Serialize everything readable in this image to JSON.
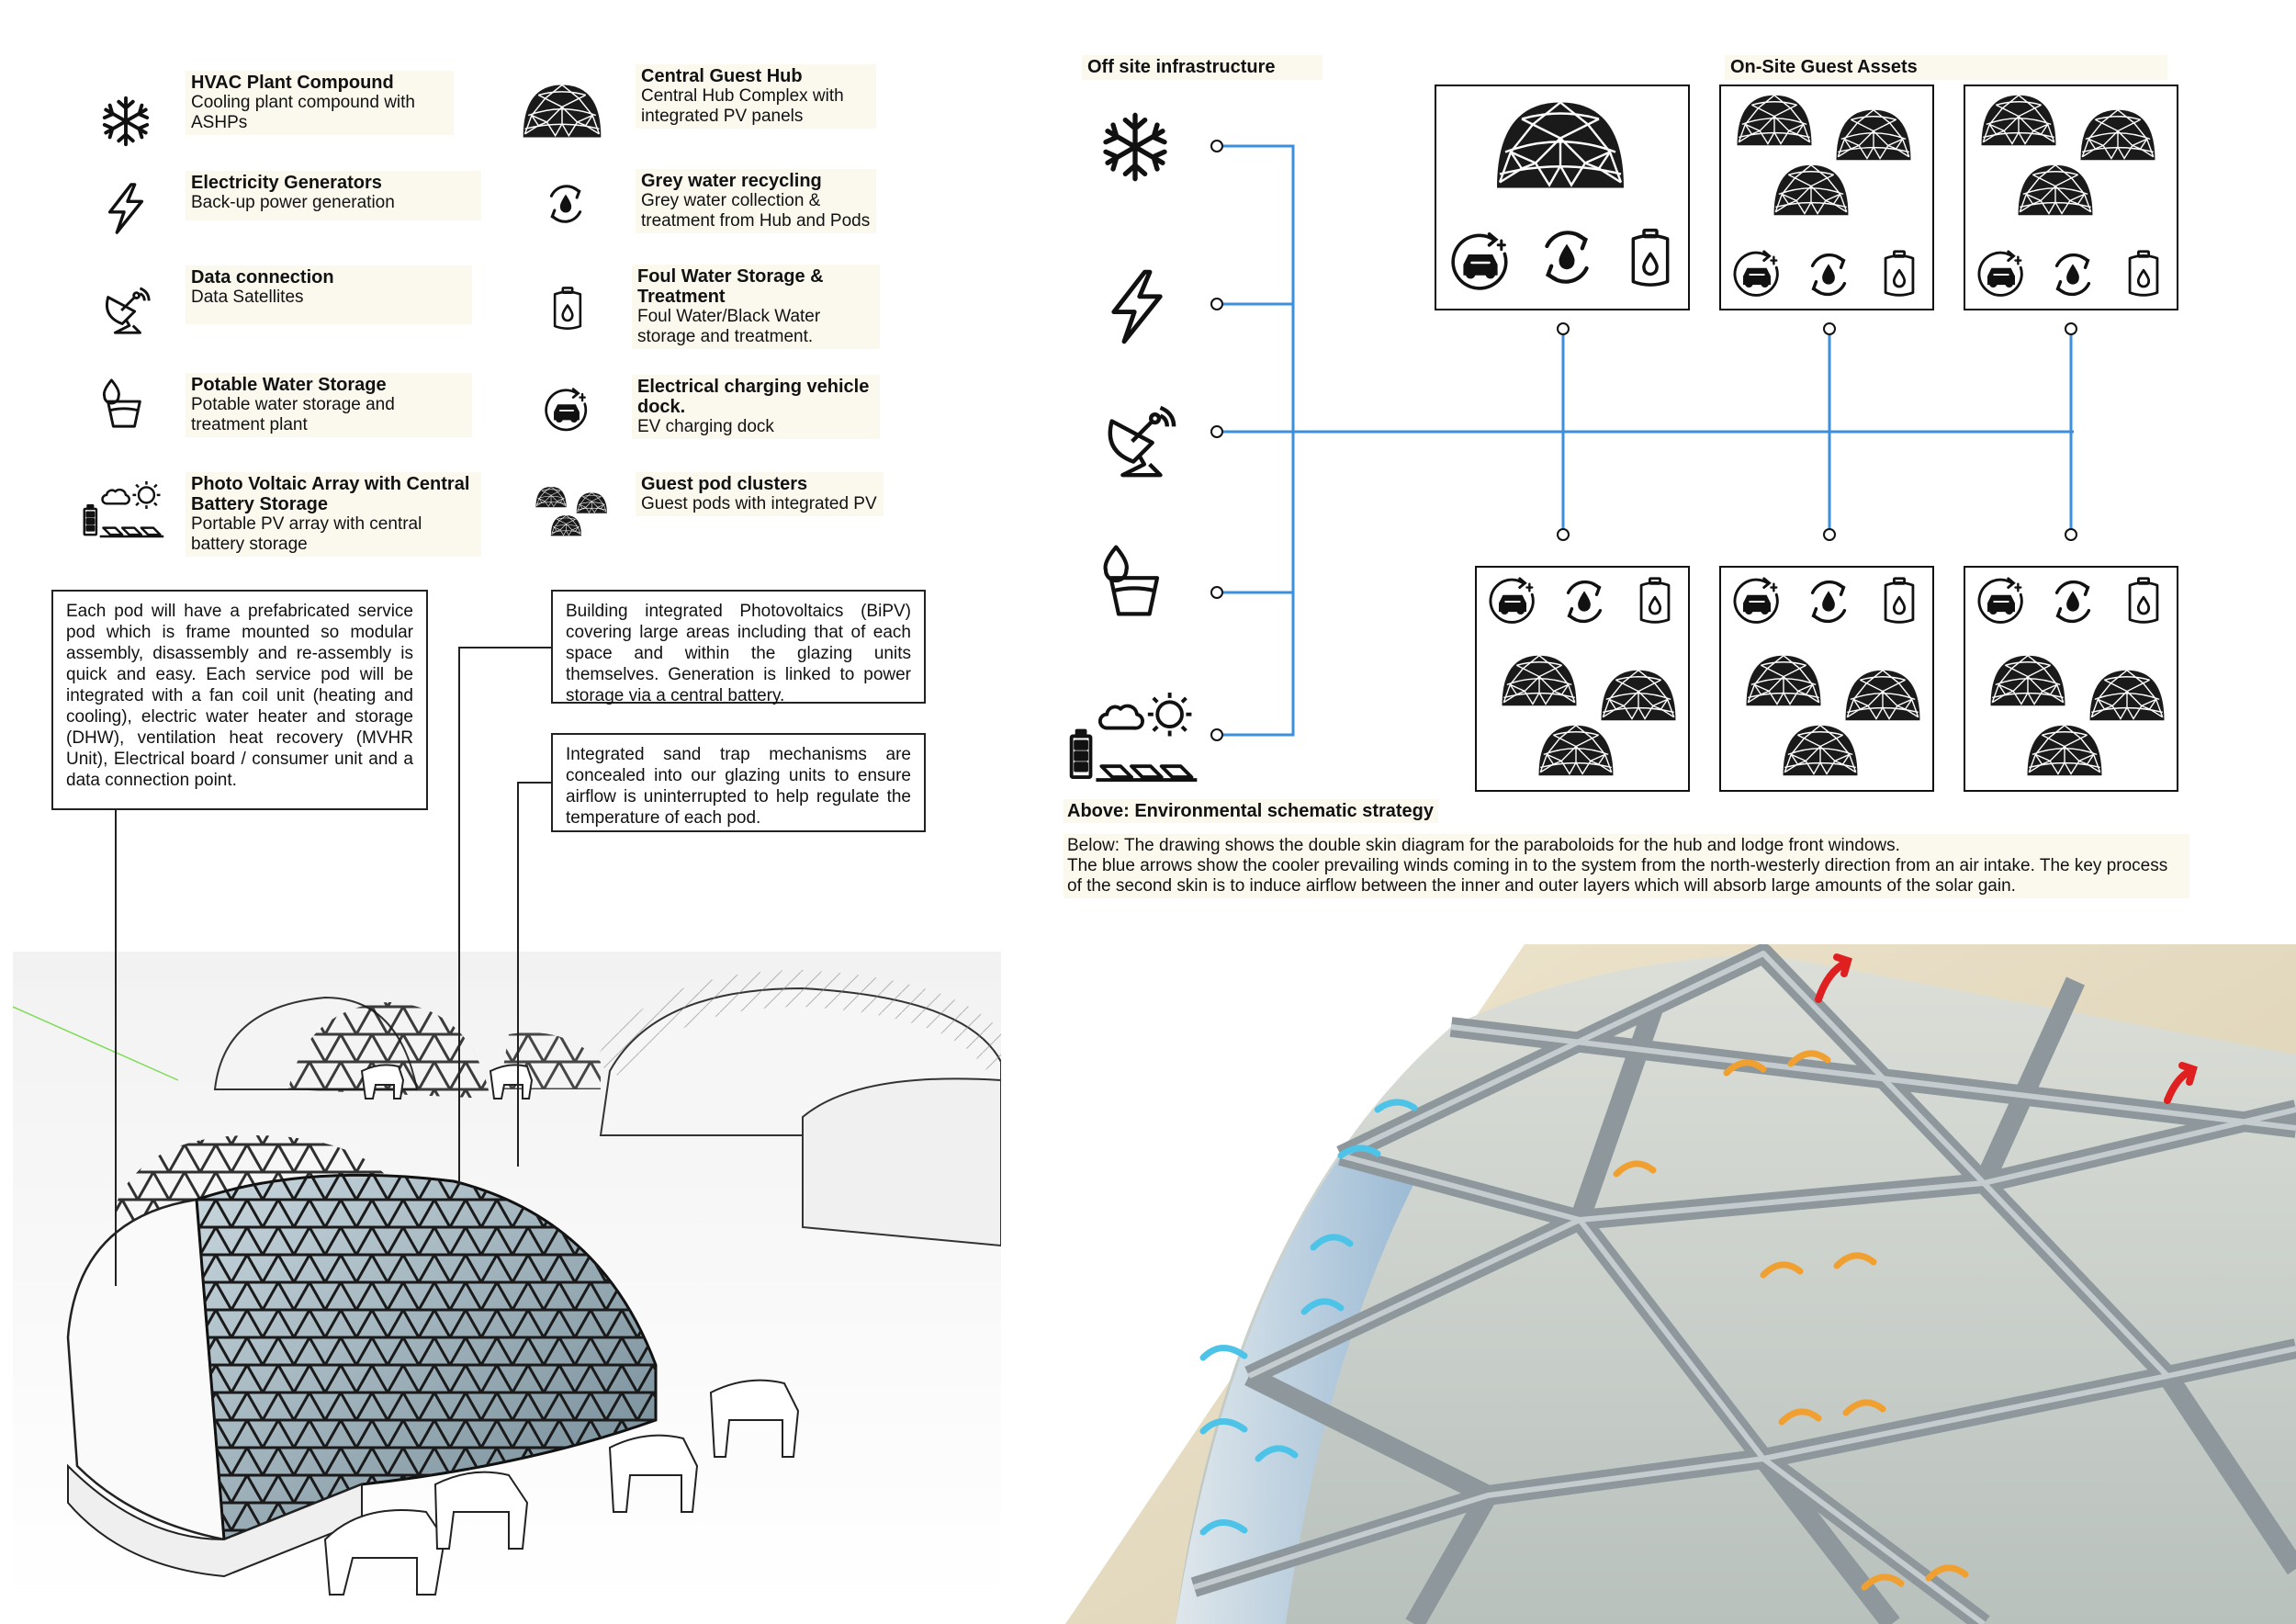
{
  "legend": {
    "hvac": {
      "title": "HVAC Plant Compound",
      "desc": "Cooling plant compound with ASHPs",
      "icon": "snowflake-icon"
    },
    "generators": {
      "title": "Electricity Generators",
      "desc": "Back-up power generation",
      "icon": "lightning-icon"
    },
    "data": {
      "title": "Data connection",
      "desc": "Data Satellites",
      "icon": "satellite-dish-icon"
    },
    "potable": {
      "title": "Potable Water Storage",
      "desc": "Potable water storage and treatment plant",
      "icon": "water-glass-icon"
    },
    "pv": {
      "title": "Photo Voltaic Array with Central Battery Storage",
      "desc": "Portable PV array with central battery storage",
      "icon": "solar-battery-icon"
    },
    "hub": {
      "title": "Central Guest Hub",
      "desc": "Central Hub Complex with integrated PV panels",
      "icon": "geodesic-dome-icon"
    },
    "grey": {
      "title": "Grey water recycling",
      "desc": "Grey water collection & treatment from Hub and Pods",
      "icon": "water-recycle-icon"
    },
    "foul": {
      "title": "Foul Water Storage & Treatment",
      "desc": "Foul Water/Black Water storage and treatment.",
      "icon": "tank-icon"
    },
    "ev": {
      "title": "Electrical charging vehicle dock.",
      "desc": "EV charging dock",
      "icon": "ev-charging-icon"
    },
    "pods": {
      "title": "Guest pod clusters",
      "desc": "Guest pods with integrated PV",
      "icon": "pod-cluster-icon"
    }
  },
  "callouts": {
    "service_pod": "Each pod will have a prefabricated service pod which is frame mounted so modular assembly, disassembly and re-assembly is quick and easy. Each service pod will be integrated with a fan coil unit (heating and cooling), electric water heater and storage (DHW), ventilation heat recovery (MVHR Unit), Electrical board / consumer unit and a data connection point.",
    "bipv": "Building integrated Photovoltaics (BiPV) covering large areas including that of each space and within the glazing units themselves. Generation is linked to power storage via a central battery.",
    "sand_trap": "Integrated sand trap mechanisms are concealed into our glazing units to ensure airflow is uninterrupted to help regulate the temperature of each pod."
  },
  "schematic": {
    "offsite_header": "Off site infrastructure",
    "onsite_header": "On-Site Guest Assets",
    "line_color": "#3d8fdd"
  },
  "captions": {
    "above": "Above: Environmental schematic strategy",
    "below": "Below: The drawing shows the double skin diagram for the paraboloids for the hub and lodge front windows.\nThe blue arrows show the cooler prevailing winds coming in to the system from the north-westerly direction from an air intake. The key process of the second skin is to induce airflow between the inner and outer layers which will absorb large amounts of the solar gain."
  },
  "colors": {
    "panel_bg": "#fbf9ee",
    "cool_air": "#4ec3e8",
    "warm_air": "#f0a030",
    "exhaust": "#e02020"
  }
}
